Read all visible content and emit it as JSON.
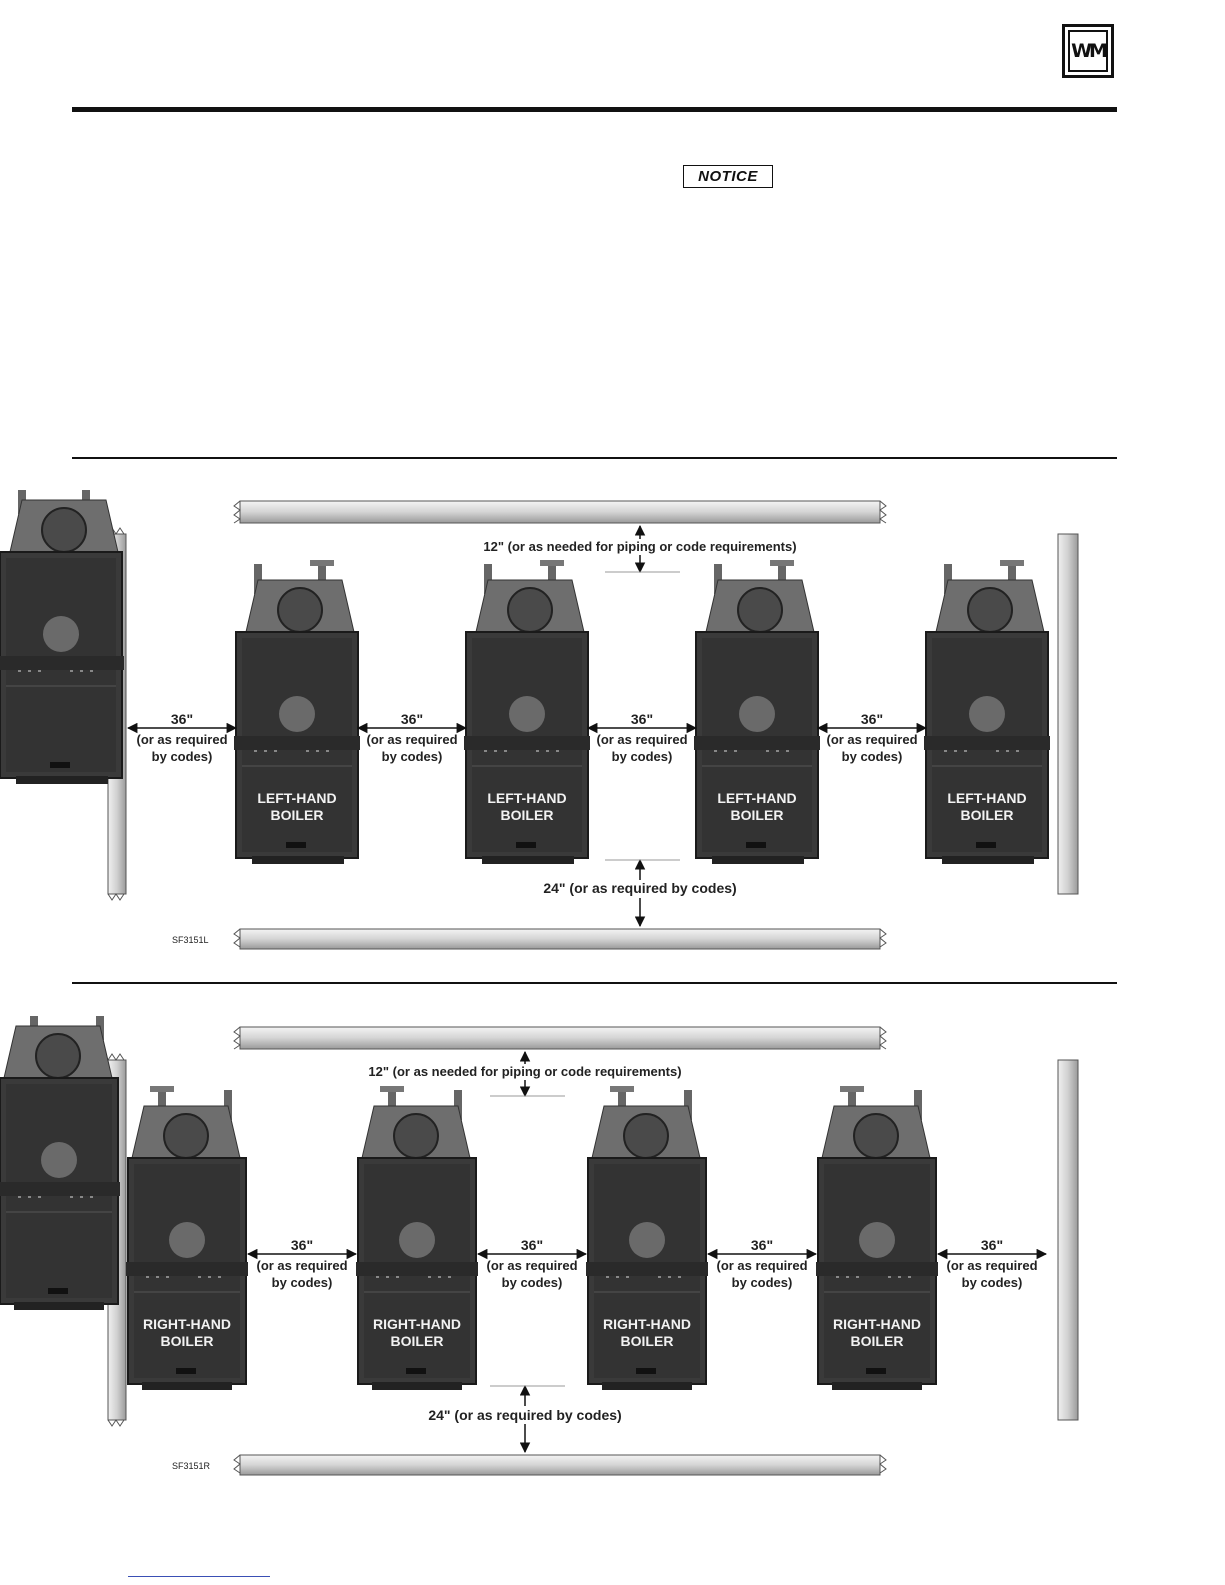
{
  "header": {
    "logo_text": "WM",
    "notice_label": "NOTICE"
  },
  "figure_left": {
    "top_clearance": "12\" (or as needed for piping or code requirements)",
    "bottom_clearance": "24\" (or as required by codes)",
    "side_clearance": [
      "36\"",
      "(or as required",
      "by codes)"
    ],
    "boiler_label": [
      "LEFT-HAND",
      "BOILER"
    ],
    "code": "SF3151L"
  },
  "figure_right": {
    "top_clearance": "12\" (or as needed for piping or code requirements)",
    "bottom_clearance": "24\" (or as required by codes)",
    "side_clearance": [
      "36\"",
      "(or as required",
      "by codes)"
    ],
    "boiler_label": [
      "RIGHT-HAND",
      "BOILER"
    ],
    "code": "SF3151R"
  }
}
